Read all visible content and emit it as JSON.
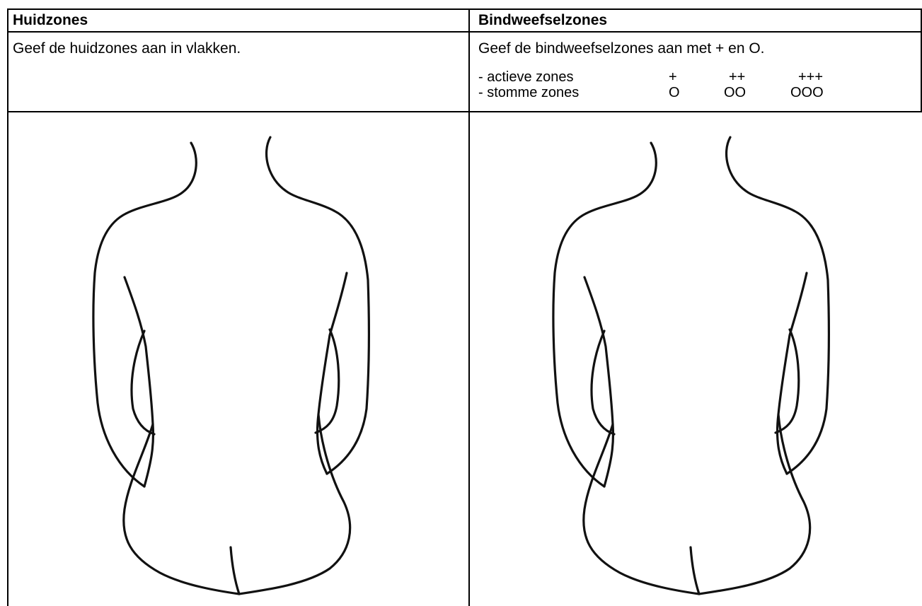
{
  "table": {
    "headers": [
      "Huidzones",
      "Bindweefselzones"
    ],
    "left_instruction": "Geef de huidzones aan in vlakken.",
    "right_instruction": "Geef de bindweefselzones aan met + en O.",
    "legend": [
      {
        "label": "- actieve zones",
        "levels": [
          "+",
          "++",
          "+++"
        ]
      },
      {
        "label": "- stomme zones",
        "levels": [
          "O",
          "OO",
          "OOO"
        ]
      }
    ]
  },
  "figures": [
    {
      "icon": "back-torso-outline-icon"
    },
    {
      "icon": "back-torso-outline-icon"
    }
  ]
}
